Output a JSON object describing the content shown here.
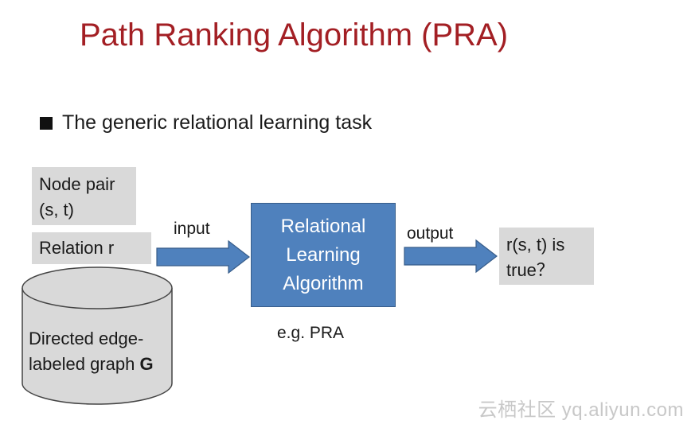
{
  "title": "Path Ranking Algorithm (PRA)",
  "bullet": "The generic relational learning task",
  "inputs": {
    "node_pair_line1": "Node pair",
    "node_pair_line2": "(s, t)",
    "relation": "Relation r",
    "graph_line1": "Directed edge-",
    "graph_line2": "labeled graph",
    "graph_bold": "G"
  },
  "arrow_input_label": "input",
  "algorithm": {
    "line1": "Relational",
    "line2": "Learning",
    "line3": "Algorithm",
    "example": "e.g. PRA"
  },
  "arrow_output_label": "output",
  "output": {
    "line1": "r(s, t) is",
    "line2": "true？"
  },
  "watermark": "云栖社区 yq.aliyun.com",
  "colors": {
    "title": "#a31f24",
    "algorithm_fill": "#4f81bd",
    "arrow_fill": "#4f81bd",
    "box_fill": "#d9d9d9",
    "cylinder_fill": "#d9d9d9"
  }
}
